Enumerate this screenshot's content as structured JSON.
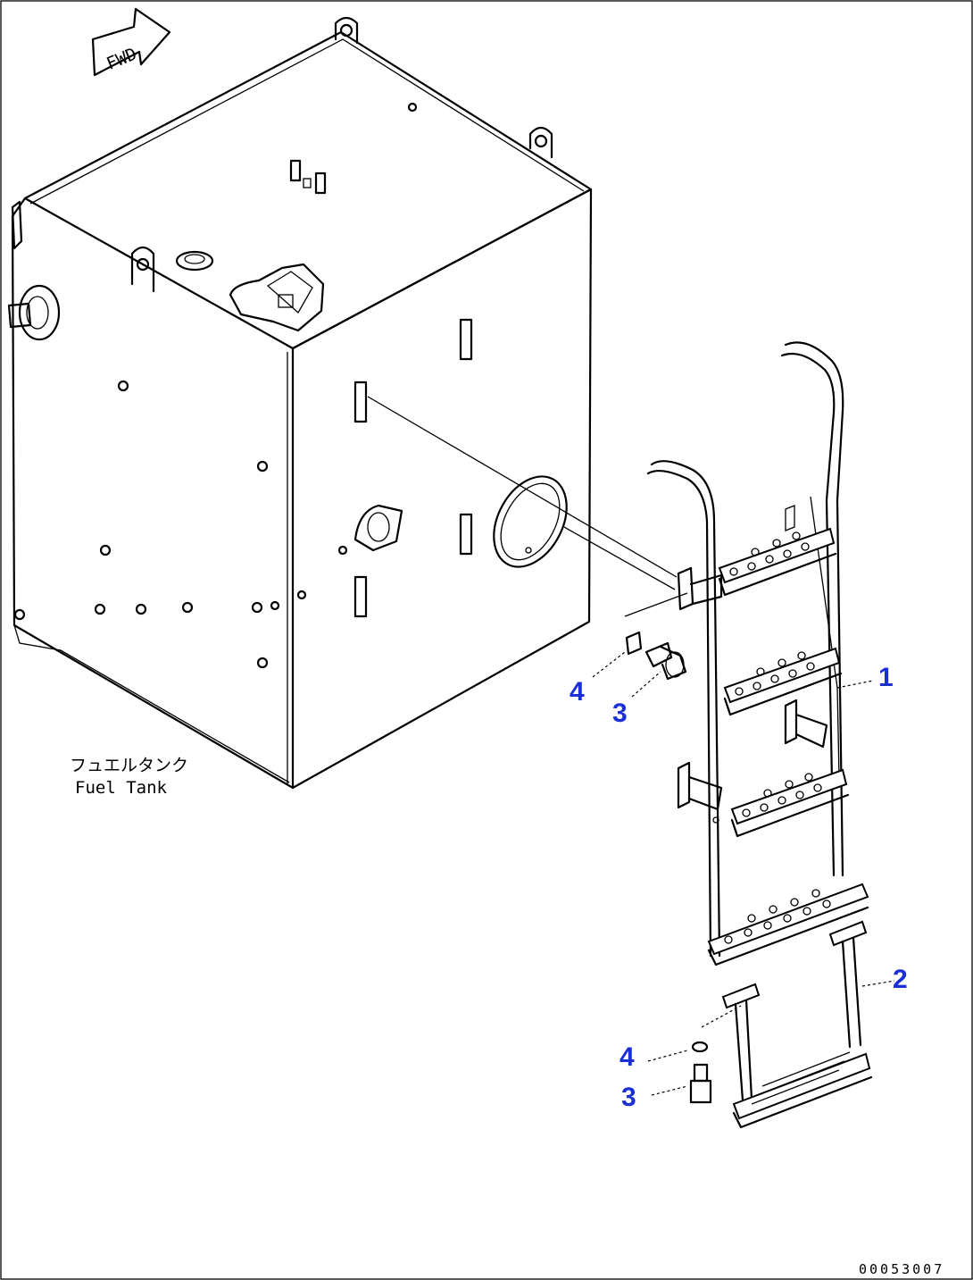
{
  "diagram": {
    "fwd_arrow_label": "FWD",
    "tank_label_jp": "フュエルタンク",
    "tank_label_en": "Fuel Tank",
    "drawing_number": "00053007",
    "callouts": [
      {
        "id": "1",
        "text": "1"
      },
      {
        "id": "2",
        "text": "2"
      },
      {
        "id": "3a",
        "text": "3"
      },
      {
        "id": "4a",
        "text": "4"
      },
      {
        "id": "3b",
        "text": "3"
      },
      {
        "id": "4b",
        "text": "4"
      }
    ],
    "colors": {
      "callout": "#1a2fd6",
      "ink": "#000000",
      "background": "#ffffff"
    }
  }
}
